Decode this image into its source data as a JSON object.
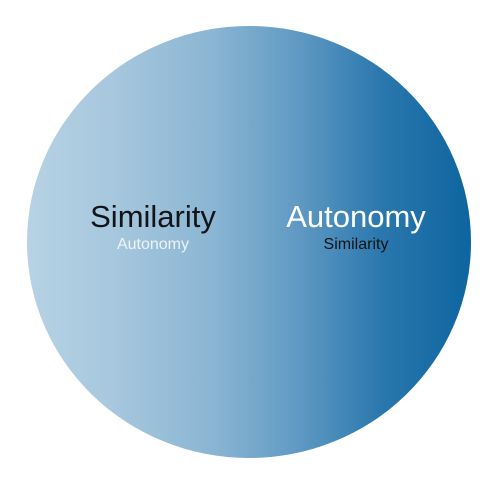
{
  "diagram": {
    "left": {
      "primary": "Similarity",
      "secondary": "Autonomy"
    },
    "right": {
      "primary": "Autonomy",
      "secondary": "Similarity"
    },
    "gradient_colors": {
      "start": "#b7d2e4",
      "end": "#0d659f"
    }
  }
}
